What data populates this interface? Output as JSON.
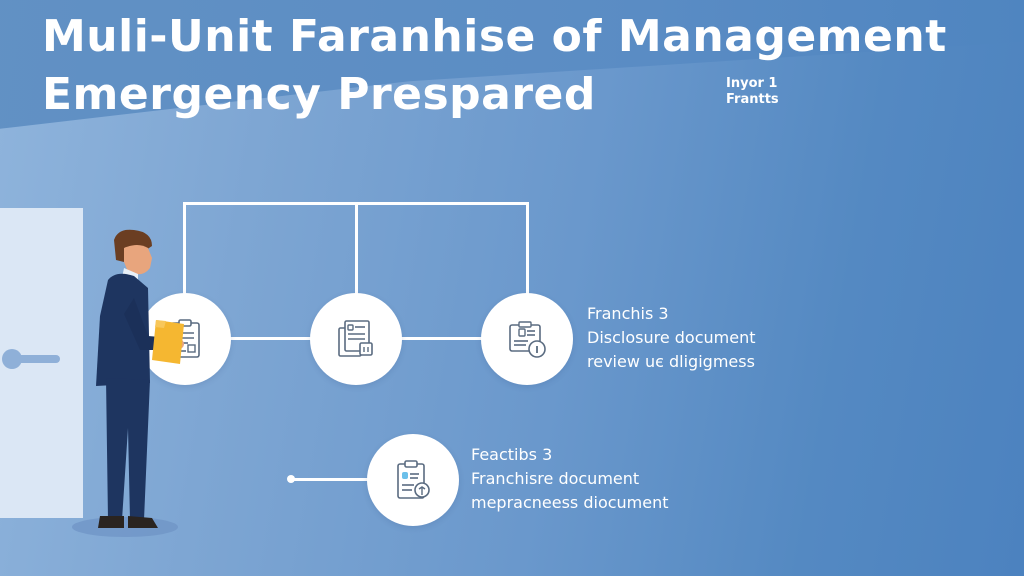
{
  "header": {
    "title_line1": "Muli-Unit Faranhise of Management",
    "title_line2": "Emergency Prespared",
    "side_note_line1": "Inyor 1",
    "side_note_line2": "Frantts"
  },
  "diagram": {
    "nodes": [
      {
        "id": "node-1",
        "icon": "clipboard-icon"
      },
      {
        "id": "node-2",
        "icon": "documents-icon"
      },
      {
        "id": "node-3",
        "icon": "document-info-icon"
      },
      {
        "id": "node-4",
        "icon": "clipboard-check-icon"
      }
    ],
    "labels": [
      {
        "line1": "Franchis 3",
        "line2": "Disclosure document",
        "line3": "review uє dligigmess"
      },
      {
        "line1": "Feactibs 3",
        "line2": "Franchisre document",
        "line3": "mepracneess diocument"
      }
    ]
  },
  "illustration": {
    "person": "businessman-holding-folder",
    "door": "door-icon"
  },
  "colors": {
    "background_light": "#8fb4dc",
    "background_dark": "#4c82bf",
    "suit": "#1e3560",
    "folder": "#f5b731",
    "hair": "#6b3e22",
    "skin": "#e8a57d",
    "icon_stroke": "#5a6b80",
    "icon_accent": "#6cc0ea"
  }
}
